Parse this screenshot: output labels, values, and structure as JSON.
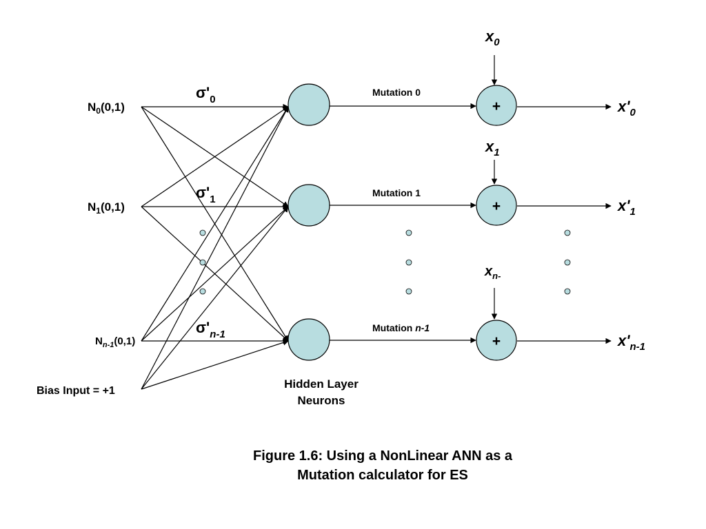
{
  "colors": {
    "node_fill": "#b8dde0",
    "stroke": "#000000"
  },
  "inputs": [
    {
      "name": "N",
      "sub": "0",
      "suffix": "(0,1)"
    },
    {
      "name": "N",
      "sub": "1",
      "suffix": "(0,1)"
    },
    {
      "name": "N",
      "sub": "n-1",
      "suffix": "(0,1)"
    }
  ],
  "bias_label": "Bias Input = +1",
  "sigmas": [
    {
      "symbol": "σ'",
      "sub": "0"
    },
    {
      "symbol": "σ'",
      "sub": "1"
    },
    {
      "symbol": "σ'",
      "sub": "n-1"
    }
  ],
  "hidden_label_line1": "Hidden Layer",
  "hidden_label_line2": "Neurons",
  "mutations": [
    {
      "text": "Mutation 0",
      "italic": ""
    },
    {
      "text": "Mutation 1",
      "italic": ""
    },
    {
      "text": "Mutation ",
      "italic": "n-1"
    }
  ],
  "adder_symbol": "+",
  "x_inputs": [
    {
      "name": "x",
      "sub": "0"
    },
    {
      "name": "x",
      "sub": "1"
    },
    {
      "name": "x",
      "sub": "n-"
    }
  ],
  "outputs": [
    {
      "name": "x'",
      "sub": "0"
    },
    {
      "name": "x'",
      "sub": "1"
    },
    {
      "name": "x'",
      "sub": "n-1"
    }
  ],
  "caption_line1": "Figure 1.6: Using a NonLinear ANN as a",
  "caption_line2": "Mutation calculator for ES"
}
